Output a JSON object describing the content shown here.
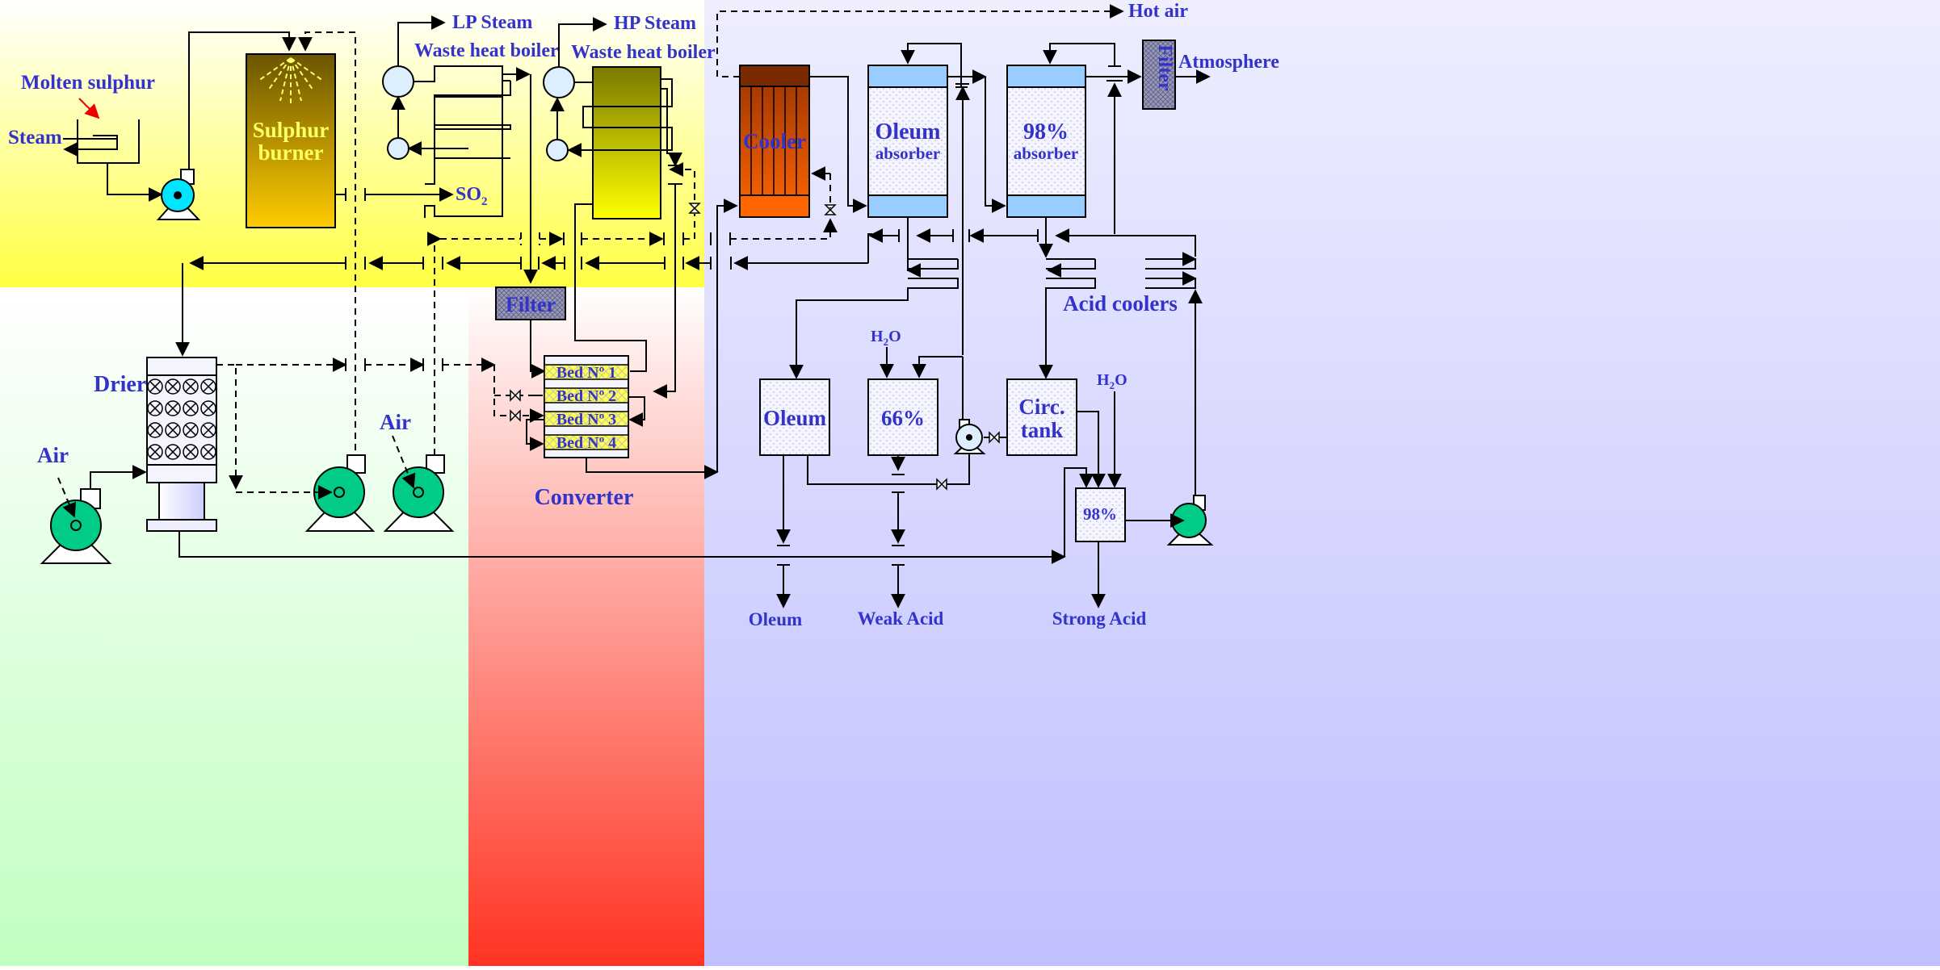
{
  "labels": {
    "molten_sulphur": "Molten sulphur",
    "steam": "Steam",
    "burner_line1": "Sulphur",
    "burner_line2": "burner",
    "lp_steam": "LP Steam",
    "hp_steam": "HP Steam",
    "waste_heat_boiler_1": "Waste heat boiler",
    "waste_heat_boiler_2": "Waste heat boiler",
    "so2": "SO",
    "so2_sub": "2",
    "hot_air": "Hot air",
    "atmosphere": "Atmosphere",
    "cooler": "Cooler",
    "oleum_absorber_line1": "Oleum",
    "oleum_absorber_line2": "absorber",
    "absorber98_line1": "98%",
    "absorber98_line2": "absorber",
    "filter_top": "Filter",
    "filter_mid": "Filter",
    "drier": "Drier",
    "air_left": "Air",
    "air_mid": "Air",
    "bed1": "Bed Nº 1",
    "bed2": "Bed Nº 2",
    "bed3": "Bed Nº 3",
    "bed4": "Bed Nº 4",
    "converter": "Converter",
    "acid_coolers": "Acid coolers",
    "h2o_1": "H",
    "h2o_1_sub": "2",
    "h2o_1_tail": "O",
    "h2o_2": "H",
    "h2o_2_sub": "2",
    "h2o_2_tail": "O",
    "oleum_tank": "Oleum",
    "tank66": "66%",
    "circ_line1": "Circ.",
    "circ_line2": "tank",
    "tank98": "98%",
    "out_oleum": "Oleum",
    "out_weak": "Weak Acid",
    "out_strong": "Strong Acid"
  },
  "colors": {
    "label": "#3333cc",
    "pump": "#00cc88",
    "sulphur_pump": "#00e5ff",
    "zone_yellow": "#ffff55",
    "zone_green": "#c8ffc8",
    "zone_red": "#ff3322",
    "zone_blue": "#c8c8ff",
    "absorber_cap": "#99ccff",
    "cooler": "#cc4400",
    "filter": "#8888aa",
    "bed": "#ffff44"
  }
}
